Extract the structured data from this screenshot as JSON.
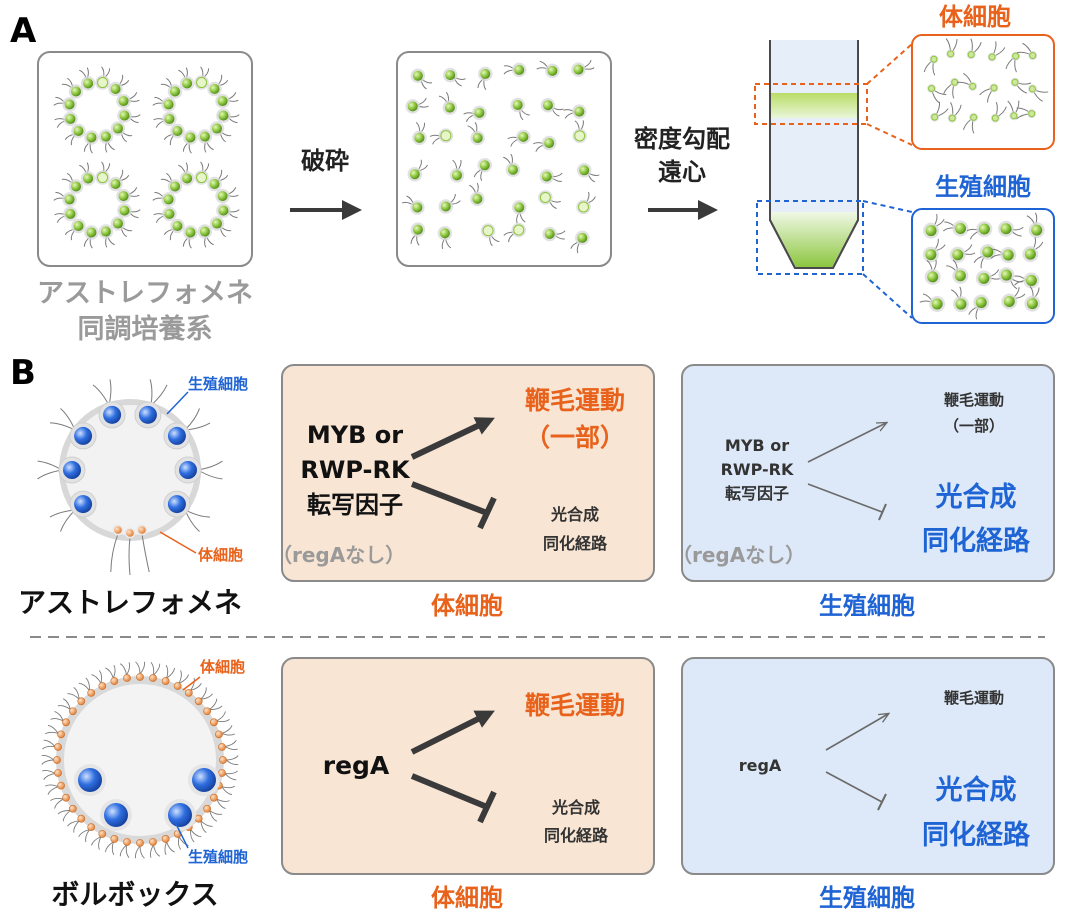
{
  "panel_a": {
    "label": "A",
    "colony_caption": [
      "アストレフォメネ",
      "同調培養系"
    ],
    "step1": "破砕",
    "step2": [
      "密度勾配",
      "遠心"
    ],
    "somatic_title": "体細胞",
    "germ_title": "生殖細胞"
  },
  "panel_b": {
    "label": "B",
    "astre": {
      "organism_name": "アストレフォメネ",
      "germ_cell_label": "生殖細胞",
      "somatic_cell_label": "体細胞",
      "somatic_box": {
        "factor": [
          "MYB or",
          "RWP-RK",
          "転写因子"
        ],
        "note": "（regAなし）",
        "up_target": [
          "鞭毛運動",
          "（一部）"
        ],
        "down_target": [
          "光合成",
          "同化経路"
        ],
        "caption": "体細胞"
      },
      "germ_box": {
        "factor": [
          "MYB or",
          "RWP-RK",
          "転写因子"
        ],
        "note": "（regAなし）",
        "up_target": [
          "鞭毛運動",
          "（一部）"
        ],
        "down_target": [
          "光合成",
          "同化経路"
        ],
        "caption": "生殖細胞"
      }
    },
    "volvox": {
      "organism_name": "ボルボックス",
      "germ_cell_label": "生殖細胞",
      "somatic_cell_label": "体細胞",
      "somatic_box": {
        "factor": "regA",
        "up_target": "鞭毛運動",
        "down_target": [
          "光合成",
          "同化経路"
        ],
        "caption": "体細胞"
      },
      "germ_box": {
        "factor": "regA",
        "up_target": "鞭毛運動",
        "down_target": [
          "光合成",
          "同化経路"
        ],
        "caption": "生殖細胞"
      }
    }
  },
  "colors": {
    "somatic": "#e8621b",
    "germ": "#1f64d4",
    "somatic_bg": "#f8e5d3",
    "germ_bg": "#dde9f8",
    "cell_green": "#8cc63f",
    "germ_cell_blue": "#2f6fe0",
    "somatic_cell_orange": "#f0a060",
    "gray_text": "#9a9a9a",
    "dark_text": "#222222"
  }
}
